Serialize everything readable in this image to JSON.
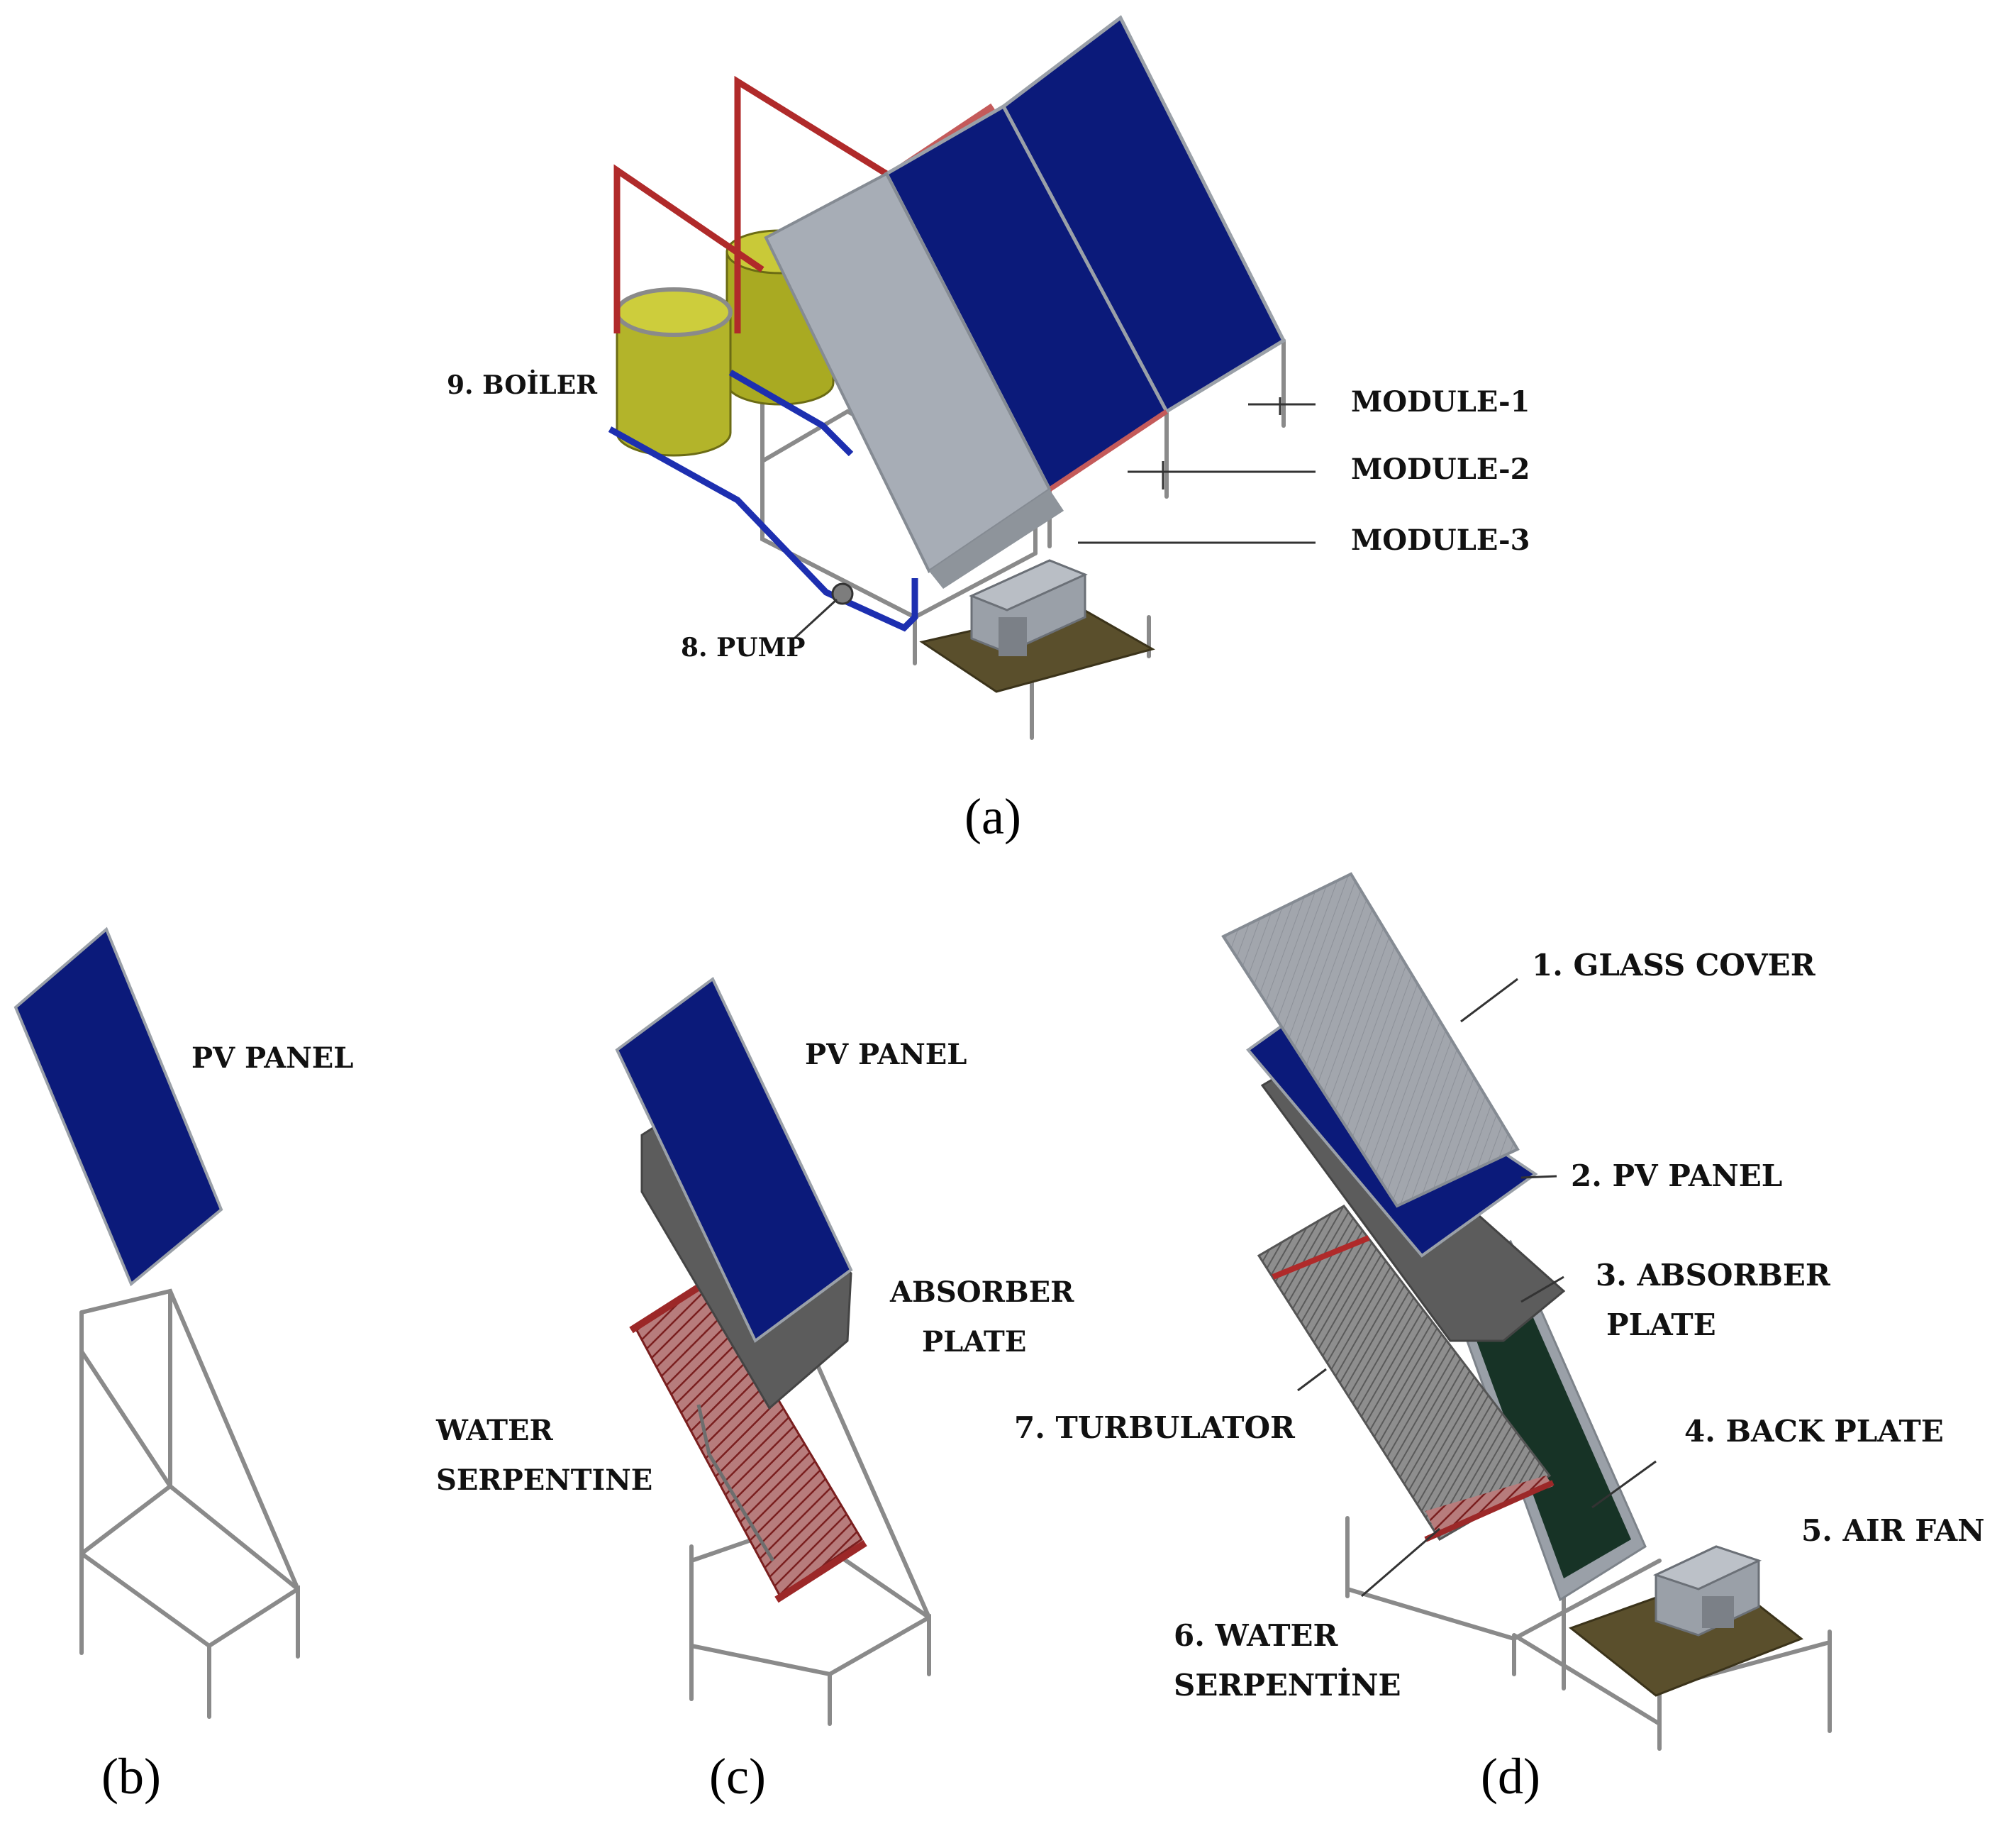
{
  "panel_a": {
    "caption": "(a)",
    "labels": {
      "boiler": "9. BOİLER",
      "pump": "8. PUMP",
      "module1": "MODULE-1",
      "module2": "MODULE-2",
      "module3": "MODULE-3"
    }
  },
  "panel_b": {
    "caption": "(b)",
    "labels": {
      "pv_panel": "PV PANEL"
    }
  },
  "panel_c": {
    "caption": "(c)",
    "labels": {
      "pv_panel": "PV PANEL",
      "absorber_line1": "ABSORBER",
      "absorber_line2": "PLATE",
      "serpentine_line1": "WATER",
      "serpentine_line2": "SERPENTINE"
    }
  },
  "panel_d": {
    "caption": "(d)",
    "labels": {
      "glass_cover": "1. GLASS COVER",
      "pv_panel": "2. PV PANEL",
      "absorber_line1": "3. ABSORBER",
      "absorber_line2": "PLATE",
      "back_plate": "4. BACK PLATE",
      "air_fan": "5. AIR FAN",
      "serpentine_line1": "6. WATER",
      "serpentine_line2": "SERPENTİNE",
      "turbulator": "7. TURBULATOR"
    }
  },
  "colors": {
    "pv_blue": "#0b1a7a",
    "glass_gray": "#a7adb6",
    "absorber_gray": "#5c5c5c",
    "tank_yellow": "#b7b82a",
    "hot_pipe_red": "#b02a2a",
    "cold_pipe_blue": "#1d2fb0",
    "back_plate_green": "#173326",
    "base_brown": "#5a4f2c",
    "frame_gray": "#8a8a8a"
  }
}
